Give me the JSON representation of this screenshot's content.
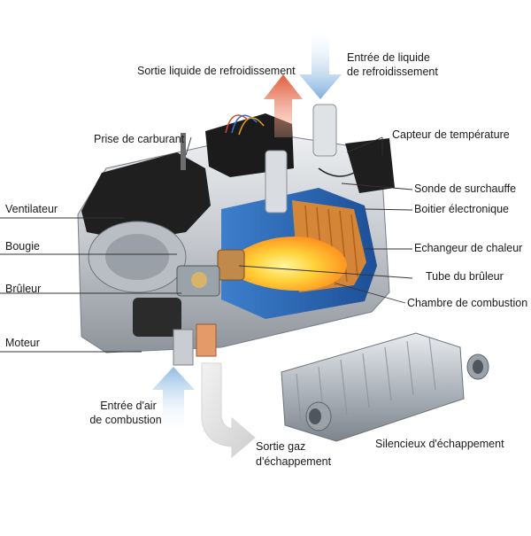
{
  "labels": {
    "sortie_liquide": "Sortie liquide de refroidissement",
    "entree_liquide_1": "Entrée de liquide",
    "entree_liquide_2": "de refroidissement",
    "prise_carburant": "Prise de carburant",
    "capteur_temperature": "Capteur de température",
    "sonde_surchauffe": "Sonde de surchauffe",
    "boitier_electronique": "Boitier électronique",
    "ventilateur": "Ventilateur",
    "bougie": "Bougie",
    "echangeur": "Echangeur de chaleur",
    "tube_bruleur": "Tube du brûleur",
    "bruleur": "Brûleur",
    "chambre_combustion": "Chambre de combustion",
    "moteur": "Moteur",
    "entree_air_1": "Entrée d'air",
    "entree_air_2": "de combustion",
    "silencieux": "Silencieux d'échappement",
    "sortie_gaz_1": "Sortie gaz",
    "sortie_gaz_2": "d'échappement"
  },
  "colors": {
    "arrow_blue": "#9ec6e8",
    "arrow_red": "#e8735a",
    "arrow_grey": "#dcdcdc",
    "flame_core": "#fff25a",
    "flame_orange": "#ff9d2a",
    "exchanger_blue": "#2c6bb8",
    "body_black": "#202020",
    "body_metal": "#c9ccd0"
  }
}
